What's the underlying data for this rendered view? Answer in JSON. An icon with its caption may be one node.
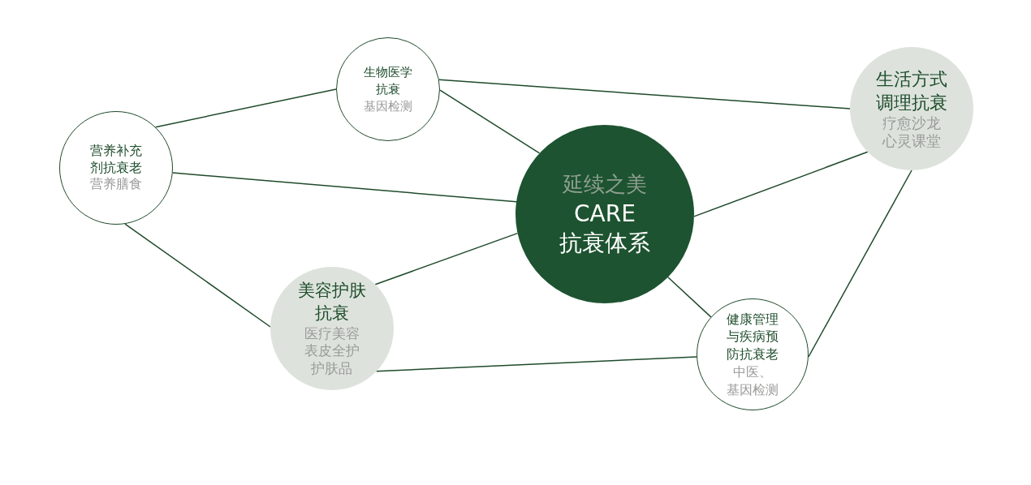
{
  "diagram": {
    "nodes": [
      {
        "text": [
          "延续之美",
          "CARE",
          "抗衰体系"
        ]
      },
      {
        "text": [
          "生物医学抗衰",
          "基因检测"
        ]
      },
      {
        "text": [
          "营养补充剂抗衰老",
          "营养膳食"
        ]
      },
      {
        "text": [
          "生活方式调理抗衰",
          "疗愈沙龙心灵课堂"
        ]
      },
      {
        "text": [
          "美容护肤抗衰",
          "医疗美容表皮全护护肤品"
        ]
      },
      {
        "text": [
          "健康管理与疾病预防抗衰老",
          "中医、",
          "基因检测"
        ]
      }
    ],
    "edges": [
      {
        "from": 2,
        "to": 1,
        "arrow": "none"
      },
      {
        "from": 1,
        "to": 3,
        "arrow": "none"
      },
      {
        "from": 1,
        "to": 0,
        "arrow": "none"
      },
      {
        "from": 2,
        "to": 0,
        "arrow": "none"
      },
      {
        "from": 2,
        "to": 4,
        "arrow": "none"
      },
      {
        "from": 4,
        "to": 0,
        "arrow": "none"
      },
      {
        "from": 0,
        "to": 3,
        "arrow": "none"
      },
      {
        "from": 3,
        "to": 5,
        "arrow": "none"
      },
      {
        "from": 0,
        "to": 5,
        "arrow": "none"
      },
      {
        "from": 4,
        "to": 5,
        "arrow": "none"
      }
    ]
  }
}
